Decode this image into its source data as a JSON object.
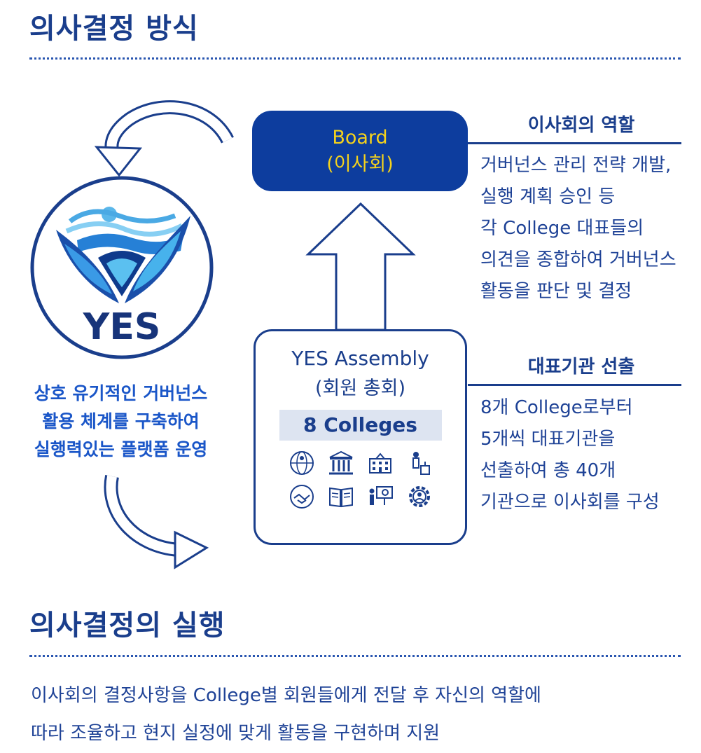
{
  "headings": {
    "top": "의사결정 방식",
    "bottom": "의사결정의 실행"
  },
  "board": {
    "line1": "Board",
    "line2": "(이사회)"
  },
  "assembly": {
    "line1": "YES Assembly",
    "line2": "(회원 총회)",
    "colleges": "8 Colleges",
    "icons": [
      "globe-person-icon",
      "institution-icon",
      "building-icon",
      "speaker-podium-icon",
      "handshake-globe-icon",
      "book-icon",
      "presentation-icon",
      "gear-person-icon"
    ]
  },
  "logo": {
    "text": "YES"
  },
  "left_caption": {
    "line1": "상호 유기적인 거버넌스",
    "line2": "활용 체계를 구축하여",
    "line3": "실행력있는 플랫폼 운영"
  },
  "board_role": {
    "heading": "이사회의 역할",
    "lines": [
      "거버넌스 관리 전략 개발,",
      "실행 계획 승인 등",
      "각 College 대표들의",
      "의견을 종합하여 거버넌스",
      "활동을 판단 및 결정"
    ]
  },
  "representative": {
    "heading": "대표기관 선출",
    "lines": [
      "8개 College로부터",
      "5개씩 대표기관을",
      "선출하여 총 40개",
      "기관으로 이사회를 구성"
    ]
  },
  "execution": {
    "lines": [
      "이사회의 결정사항을 College별 회원들에게 전달 후 자신의 역할에",
      "따라 조율하고 현지 실정에 맞게 활동을 구현하며 지원"
    ]
  },
  "colors": {
    "navy": "#1a3e8c",
    "board_fill": "#0d3d9e",
    "board_text": "#f4d21c",
    "caption_blue": "#1a56c8"
  }
}
